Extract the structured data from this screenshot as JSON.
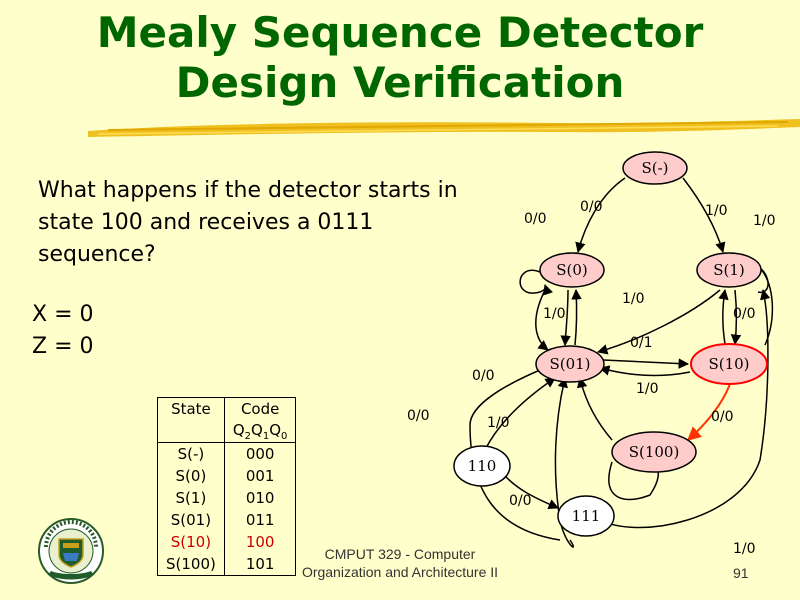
{
  "title": {
    "line1": "Mealy Sequence Detector",
    "line2": "Design Verification"
  },
  "question": "What happens if the detector starts in state 100 and receives a 0111 sequence?",
  "equations": {
    "x": "X =  0",
    "z": "Z =  0"
  },
  "table": {
    "headers": {
      "state": "State",
      "code": "Code",
      "code_sub": "Q2Q1Q0"
    },
    "rows": [
      {
        "state": "S(-)",
        "code": "000",
        "highlight": false
      },
      {
        "state": "S(0)",
        "code": "001",
        "highlight": false
      },
      {
        "state": "S(1)",
        "code": "010",
        "highlight": false
      },
      {
        "state": "S(01)",
        "code": "011",
        "highlight": false
      },
      {
        "state": "S(10)",
        "code": "100",
        "highlight": true
      },
      {
        "state": "S(100)",
        "code": "101",
        "highlight": false
      }
    ]
  },
  "diagram": {
    "nodes": {
      "s_dash": "S(-)",
      "s0": "S(0)",
      "s1": "S(1)",
      "s01": "S(01)",
      "s10": "S(10)",
      "s100": "S(100)",
      "n110": "110",
      "n111": "111"
    },
    "edge_labels": {
      "sdash_s0": "0/0",
      "sdash_s1": "1/0",
      "s0_self": "0/0",
      "s1_self": "1/0",
      "s0_s01": "1/0",
      "s1_s01": "1/0",
      "s1_s10": "0/0",
      "s01_s10": "0/1",
      "s10_s01": "1/0",
      "s01_s0": "0/0",
      "left_loop": "0/0",
      "n110_out": "1/0",
      "s10_s100": "0/0",
      "n111_in": "0/0",
      "bottom_right": "1/0"
    },
    "colors": {
      "node_fill": "#ffcccc",
      "unused_fill": "#ffffff",
      "highlight_edge": "#ff3300",
      "highlight_node_border": "#ff0000"
    }
  },
  "footer": {
    "line1": "CMPUT 329 - Computer",
    "line2": "Organization and Architecture II",
    "page": "91"
  },
  "logo": {
    "top_text": "UNIVERSITY OF ALBERTA"
  }
}
